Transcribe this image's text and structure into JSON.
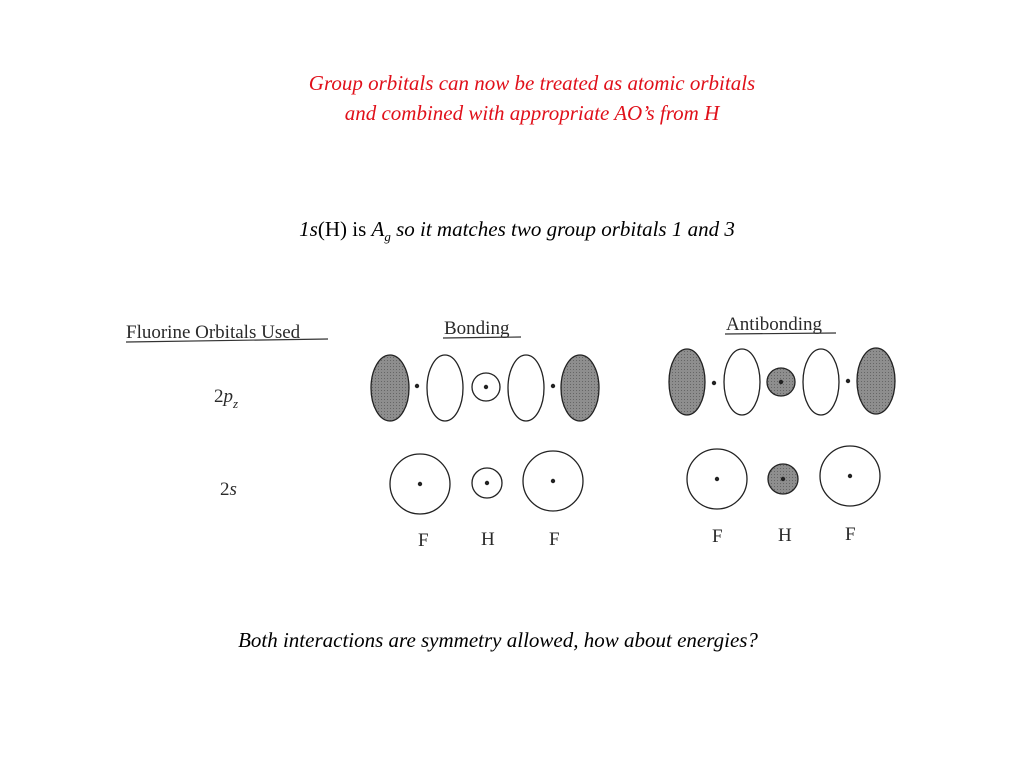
{
  "heading": {
    "line1": "Group orbitals can now be treated as atomic orbitals",
    "line2": "and combined with appropriate AO’s from H",
    "color": "#e0101a"
  },
  "subtitle": {
    "part_1s": "1s",
    "part_H": "(H) is ",
    "part_A": "A",
    "part_g": "g",
    "part_rest": " so it matches two group orbitals 1 and 3"
  },
  "figure": {
    "row_header": "Fluorine Orbitals Used",
    "col_bonding": "Bonding",
    "col_antibonding": "Antibonding",
    "rows": [
      {
        "p": "2",
        "italic": "p",
        "sub": "z"
      },
      {
        "p": "2",
        "italic": "s",
        "sub": ""
      }
    ],
    "atoms": {
      "bonding": [
        "F",
        "H",
        "F"
      ],
      "antibonding": [
        "F",
        "H",
        "F"
      ]
    },
    "shade_color": "#8a8a8a"
  },
  "footer": "Both interactions are symmetry allowed, how about energies?"
}
